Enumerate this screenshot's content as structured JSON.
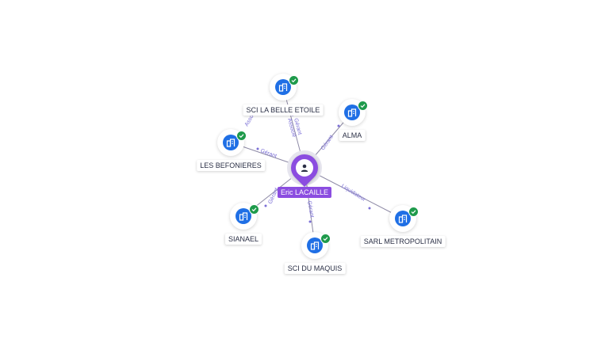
{
  "center": {
    "name": "Eric LACAILLE",
    "icon": "person-icon",
    "color": "#8b4de0"
  },
  "companies": [
    {
      "name": "SCI LA BELLE ETOILE",
      "icon": "building-icon",
      "status": "verified",
      "roles": [
        "Gérant",
        "Associé"
      ]
    },
    {
      "name": "ALMA",
      "icon": "building-icon",
      "status": "verified",
      "roles": [
        "Gérant"
      ]
    },
    {
      "name": "LES BEFONIERES",
      "icon": "building-icon",
      "status": "verified",
      "roles": [
        "Gérant",
        "Associé"
      ]
    },
    {
      "name": "SIANAEL",
      "icon": "building-icon",
      "status": "verified",
      "roles": [
        "Gérant"
      ]
    },
    {
      "name": "SCI DU MAQUIS",
      "icon": "building-icon",
      "status": "verified",
      "roles": [
        "Gérant"
      ]
    },
    {
      "name": "SARL METROPOLITAIN",
      "icon": "building-icon",
      "status": "verified",
      "roles": [
        "Liquidateur"
      ]
    }
  ],
  "colors": {
    "company_node": "#1f6fe5",
    "verified_badge": "#1e9a4b",
    "edge_label": "#7b6fd6"
  }
}
